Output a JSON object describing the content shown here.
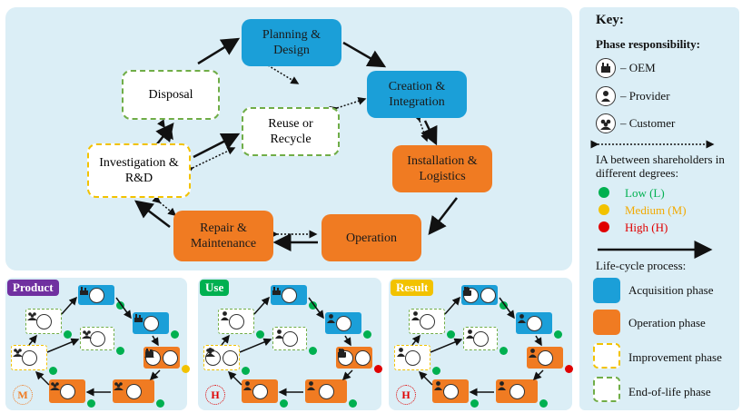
{
  "main_diagram": {
    "planning": "Planning & Design",
    "creation": "Creation & Integration",
    "installation": "Installation & Logistics",
    "operation": "Operation",
    "repair": "Repair & Maintenance",
    "investigation": "Investigation & R&D",
    "disposal": "Disposal",
    "reuse": "Reuse or Recycle"
  },
  "small_panels": [
    {
      "label": "Product",
      "label_color": "#7030a0",
      "level": "M",
      "level_color": "#f07b22"
    },
    {
      "label": "Use",
      "label_color": "#00b050",
      "level": "H",
      "level_color": "#e00000"
    },
    {
      "label": "Result",
      "label_color": "#f2c200",
      "level": "H",
      "level_color": "#e00000"
    }
  ],
  "key": {
    "title": "Key:",
    "phase_responsibility": "Phase responsibility:",
    "oem": "– OEM",
    "provider": "– Provider",
    "customer": "– Customer",
    "ia_text_1": "IA between shareholders in",
    "ia_text_2": "different degrees:",
    "low": "Low (L)",
    "medium": "Medium (M)",
    "high": "High (H)",
    "low_color": "#00b050",
    "medium_color": "#f2a900",
    "high_color": "#e00000",
    "lifecycle": "Life-cycle process:",
    "acquisition": "Acquisition phase",
    "operation_phase": "Operation phase",
    "improvement": "Improvement phase",
    "eol": "End-of-life phase"
  },
  "colors": {
    "acquisition": "#1b9fd8",
    "operation": "#f07b22",
    "improvement": "#f2c200",
    "eol": "#70ad47"
  }
}
